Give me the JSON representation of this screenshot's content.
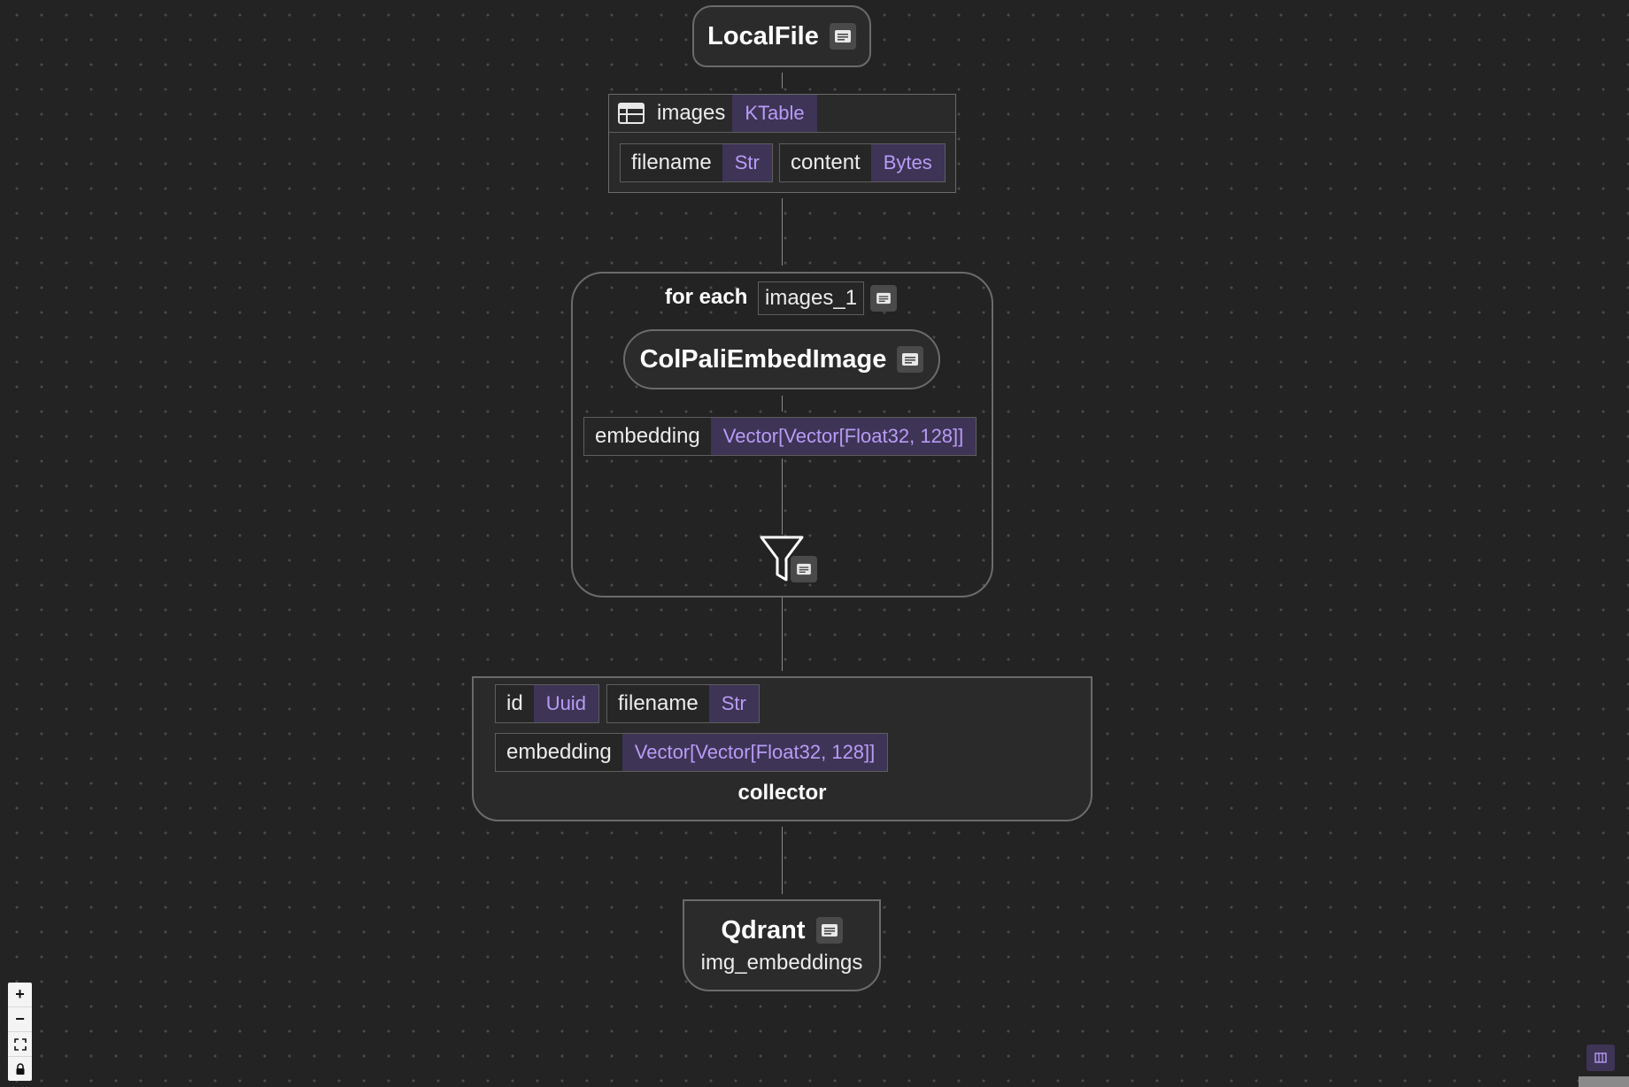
{
  "nodes": {
    "source": {
      "title": "LocalFile"
    },
    "images_table": {
      "name": "images",
      "type": "KTable",
      "fields": [
        {
          "name": "filename",
          "type": "Str"
        },
        {
          "name": "content",
          "type": "Bytes"
        }
      ]
    },
    "foreach": {
      "label": "for each",
      "item": "images_1",
      "transform": {
        "title": "ColPaliEmbedImage"
      },
      "output": {
        "name": "embedding",
        "type": "Vector[Vector[Float32, 128]]"
      }
    },
    "collector": {
      "label": "collector",
      "fields": [
        {
          "name": "id",
          "type": "Uuid"
        },
        {
          "name": "filename",
          "type": "Str"
        },
        {
          "name": "embedding",
          "type": "Vector[Vector[Float32, 128]]"
        }
      ]
    },
    "target": {
      "title": "Qdrant",
      "subtitle": "img_embeddings"
    }
  },
  "controls": {
    "zoom_in": "+",
    "zoom_out": "−"
  },
  "colors": {
    "background": "#232323",
    "type_badge_bg": "#3e3456",
    "type_badge_text": "#b89cf6",
    "node_border": "#6b6b6b"
  }
}
